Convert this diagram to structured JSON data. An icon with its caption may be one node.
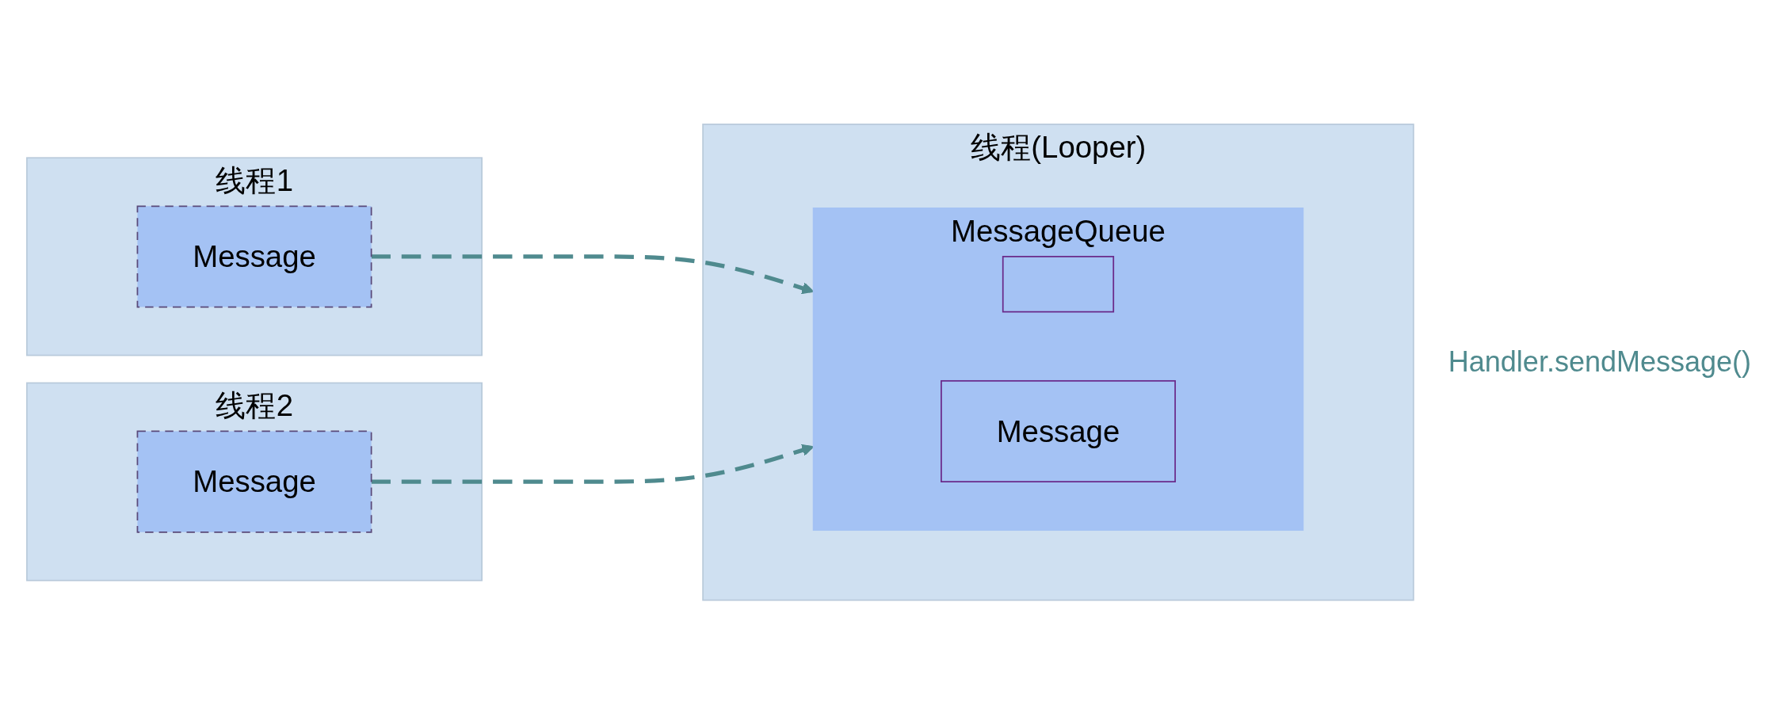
{
  "diagram": {
    "nodes": [
      {
        "text": [
          "线程1"
        ]
      },
      {
        "text": [
          "Message"
        ],
        "in": 0
      },
      {
        "text": [
          "线程2"
        ]
      },
      {
        "text": [
          "Message"
        ],
        "in": 2
      },
      {
        "text": [
          "线程(Looper)"
        ]
      },
      {
        "text": [
          "MessageQueue"
        ],
        "in": 4
      },
      {
        "text": [],
        "shape": "box",
        "in": 5
      },
      {
        "text": [
          "Message"
        ],
        "in": 5
      }
    ],
    "edges": [
      {
        "from": 1,
        "to": 5,
        "arrow": "to",
        "style": "dashed"
      },
      {
        "from": 3,
        "to": 5,
        "arrow": "to",
        "style": "dashed"
      }
    ],
    "labels": [
      "Handler.sendMessage()"
    ]
  }
}
